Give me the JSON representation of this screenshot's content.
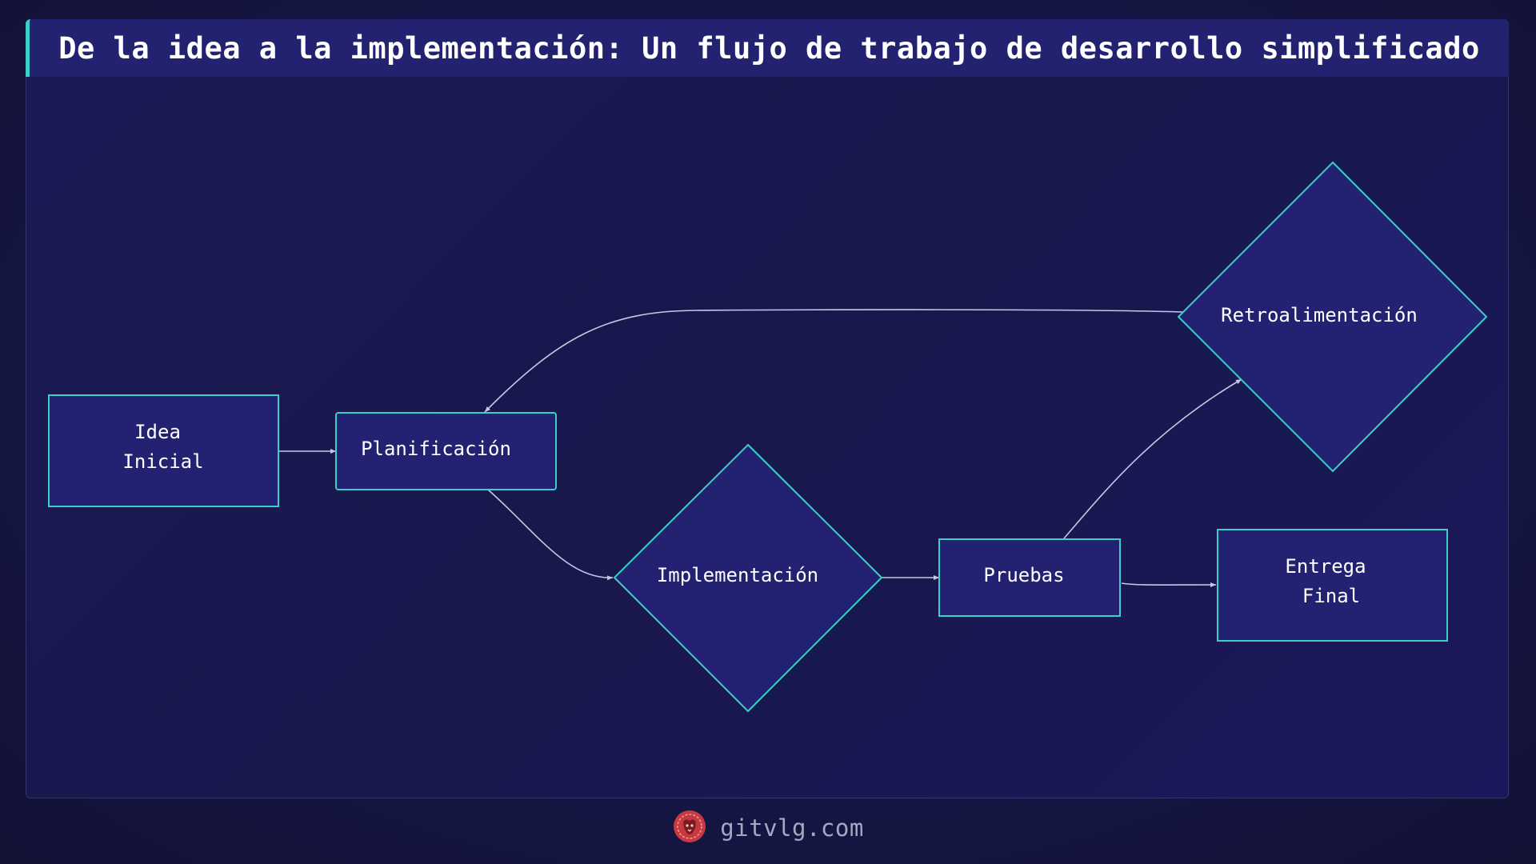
{
  "title": "De la idea a la implementación: Un flujo de trabajo de desarrollo simplificado",
  "nodes": {
    "idea": {
      "line1": "Idea",
      "line2": "Inicial"
    },
    "planificacion": {
      "label": "Planificación"
    },
    "implementacion": {
      "label": "Implementación"
    },
    "pruebas": {
      "label": "Pruebas"
    },
    "retroalimentacion": {
      "label": "Retroalimentación"
    },
    "entrega": {
      "line1": "Entrega",
      "line2": "Final"
    }
  },
  "footer": {
    "logo_icon": "lion-logo-icon",
    "site": "gitvlg.com"
  },
  "colors": {
    "node_fill": "#232272",
    "node_stroke": "#3ccfc8",
    "edge": "#c9c8e0",
    "title_bar": "#232270",
    "accent": "#3ccfc8",
    "logo": "#c7383f"
  }
}
